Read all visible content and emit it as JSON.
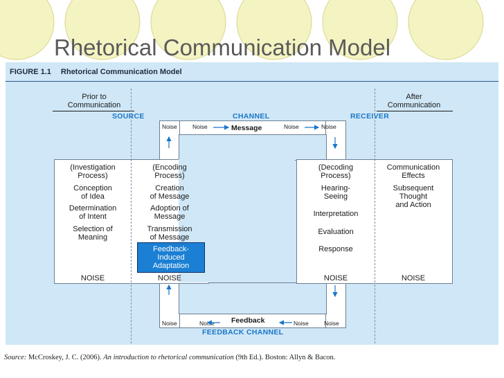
{
  "slide_title": "Rhetorical Communication Model",
  "figure": {
    "number": "FIGURE 1.1",
    "caption": "Rhetorical Communication Model",
    "prior_to": [
      "Prior to",
      "Communication"
    ],
    "after": [
      "After",
      "Communication"
    ],
    "labels": {
      "source": "SOURCE",
      "channel": "CHANNEL",
      "receiver": "RECEIVER",
      "feedback_channel": "FEEDBACK CHANNEL"
    },
    "message": "Message",
    "feedback": "Feedback",
    "noise": "Noise",
    "noise_caps": "NOISE",
    "col1": [
      "(Investigation",
      "Process)",
      "Conception",
      "of Idea",
      "Determination",
      "of Intent",
      "Selection of",
      "Meaning"
    ],
    "col2": [
      "(Encoding",
      "Process)",
      "Creation",
      "of Message",
      "Adoption of",
      "Message",
      "Transmission",
      "of Message"
    ],
    "col2_highlight": [
      "Feedback-",
      "Induced",
      "Adaptation"
    ],
    "col3": [
      "(Decoding",
      "Process)",
      "Hearing-",
      "Seeing",
      "Interpretation",
      "Evaluation",
      "Response"
    ],
    "col4": [
      "Communication",
      "Effects",
      "Subsequent",
      "Thought",
      "and Action"
    ]
  },
  "source_line": {
    "prefix": "Source:",
    "text1": " McCroskey, J. C. (2006). ",
    "title": "An introduction to rhetorical communication",
    "text2": " (9th Ed.). Boston: Allyn & Bacon."
  },
  "colors": {
    "background_band": "#cfe7f6",
    "label_blue": "#1976c9",
    "highlight_box": "#1b7fd3",
    "title_gray": "#5a5a5a"
  }
}
